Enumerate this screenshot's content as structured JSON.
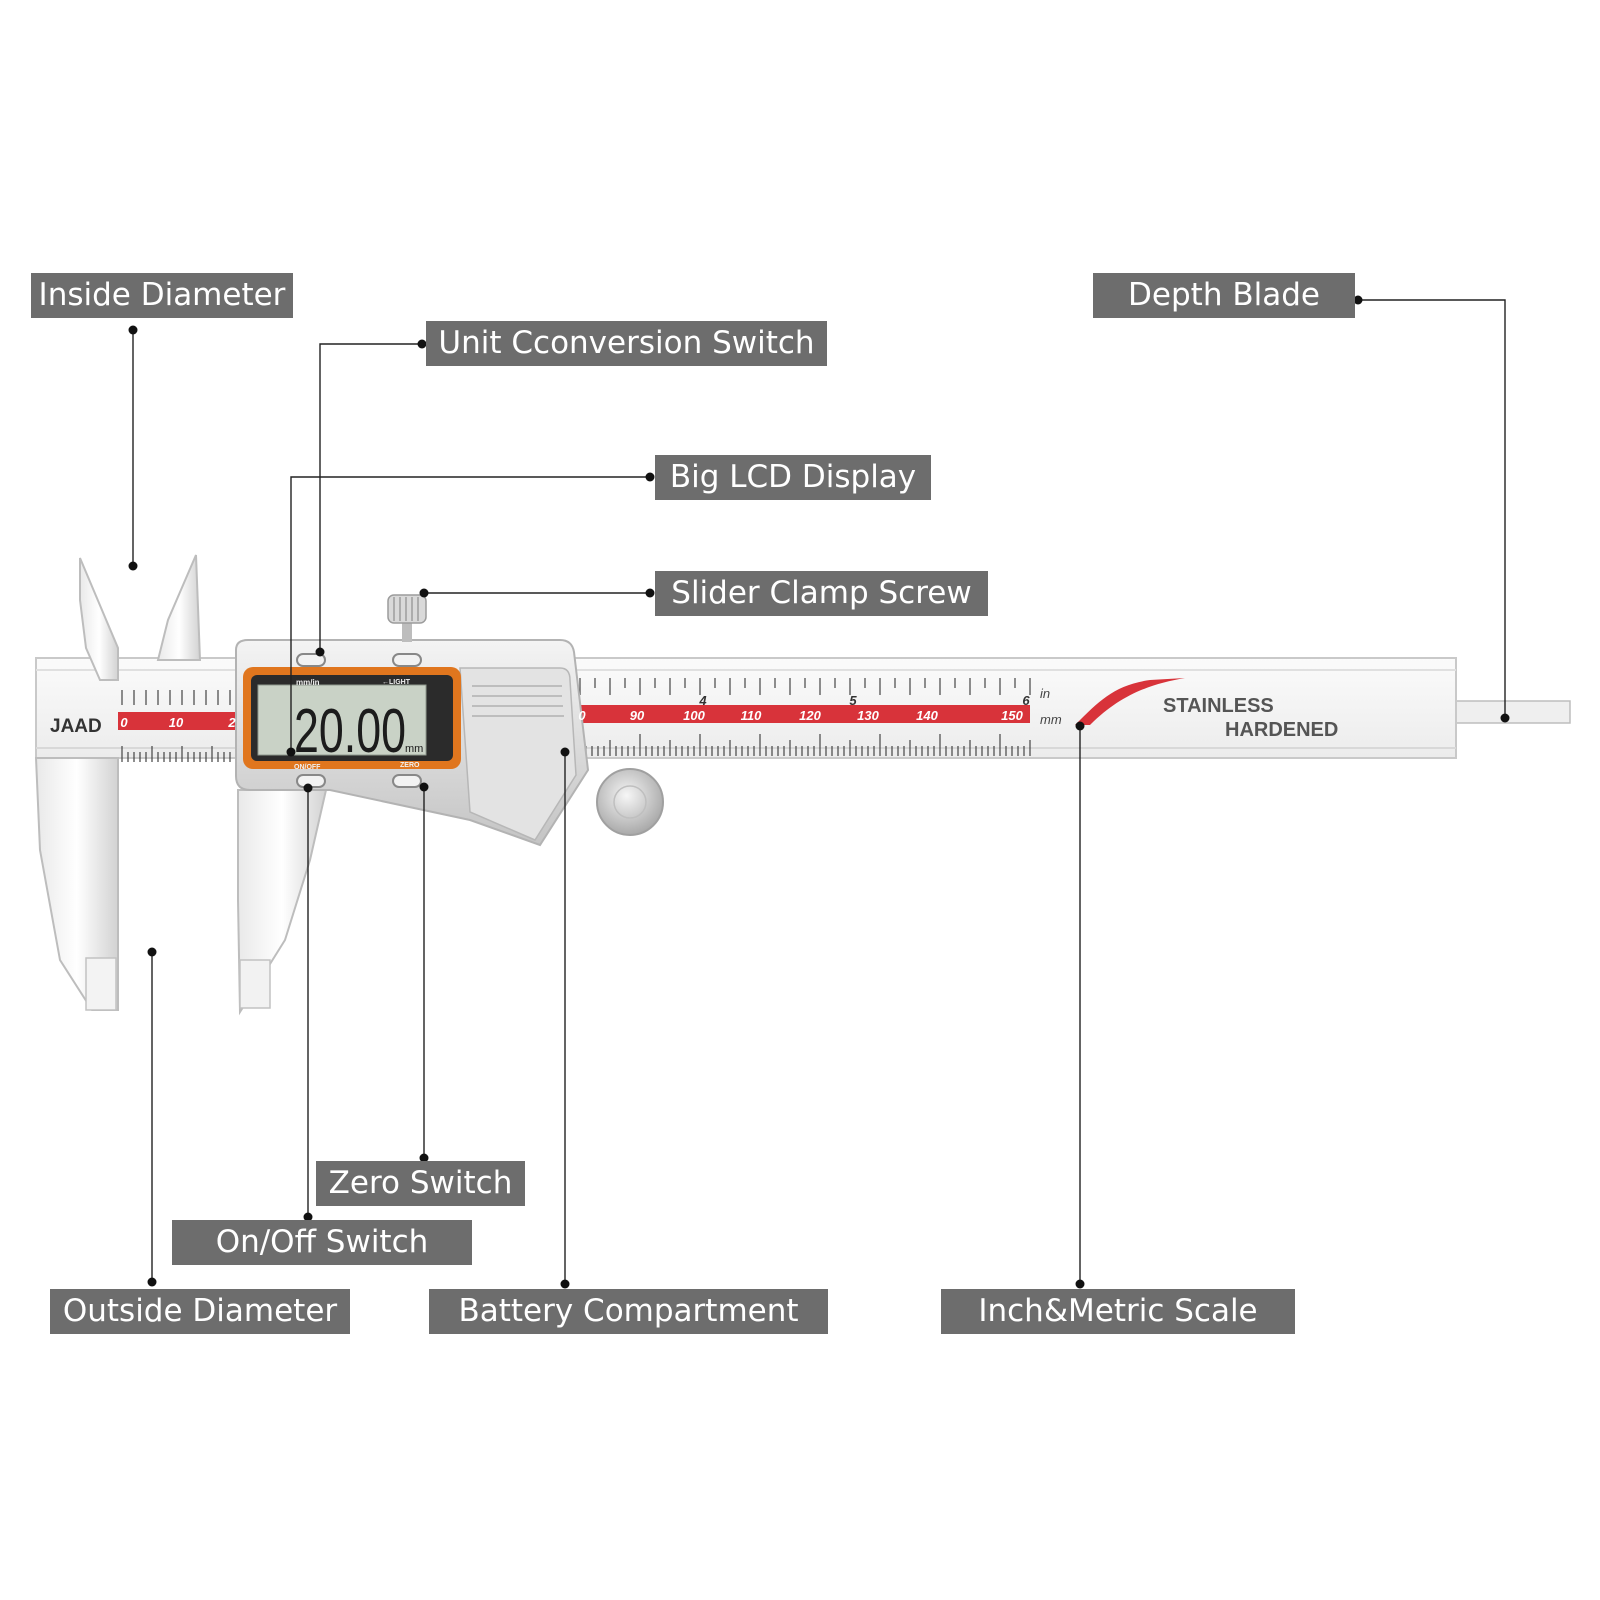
{
  "labels": {
    "inside_diameter": "Inside Diameter",
    "unit_conversion_switch": "Unit Cconversion Switch",
    "big_lcd_display": "Big LCD Display",
    "slider_clamp_screw": "Slider Clamp Screw",
    "depth_blade": "Depth Blade",
    "zero_switch": "Zero Switch",
    "on_off_switch": "On/Off Switch",
    "outside_diameter": "Outside Diameter",
    "battery_compartment": "Battery Compartment",
    "inch_metric_scale": "Inch&Metric Scale"
  },
  "caliper": {
    "brand": "JAAD",
    "lcd_reading": "20.00",
    "lcd_unit": "mm",
    "button_mm_in": "mm/in",
    "button_light": "←LIGHT",
    "button_on_off": "ON/OFF",
    "button_zero": "ZERO",
    "engraving_line1": "STAINLESS",
    "engraving_line2": "HARDENED",
    "unit_in": "in",
    "unit_mm": "mm",
    "mm_scale_labels": [
      "0",
      "10",
      "2",
      "0",
      "90",
      "100",
      "110",
      "120",
      "130",
      "140",
      "150"
    ],
    "inch_scale_labels": [
      "4",
      "5",
      "6"
    ]
  },
  "colors": {
    "callout_background": "#6d6d6d",
    "callout_text": "#ffffff",
    "scale_red": "#d8333a",
    "display_orange": "#e0761e",
    "lcd_screen": "#c9d2c6"
  }
}
